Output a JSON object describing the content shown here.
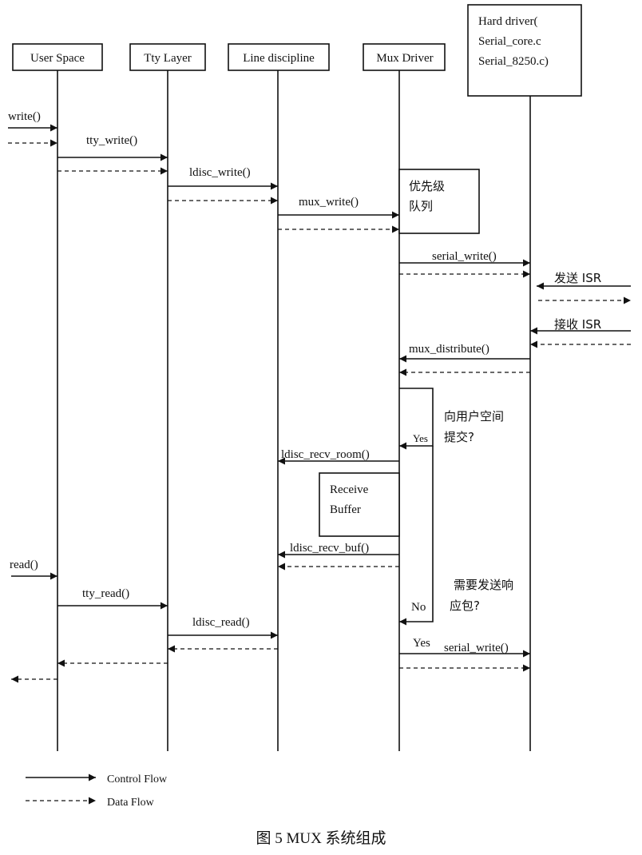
{
  "lifelines": {
    "user_space": "User Space",
    "tty_layer": "Tty Layer",
    "line_discipline": "Line discipline",
    "mux_driver": "Mux Driver",
    "hard_driver": [
      "Hard driver(",
      "Serial_core.c",
      "Serial_8250.c)"
    ]
  },
  "messages": {
    "write": "write()",
    "tty_write": "tty_write()",
    "ldisc_write": "ldisc_write()",
    "mux_write": "mux_write()",
    "serial_write": "serial_write()",
    "send_isr": "发送  ISR",
    "recv_isr": "接收  ISR",
    "mux_distribute": "mux_distribute()",
    "ldisc_recv_room": "ldisc_recv_room()",
    "ldisc_recv_buf": "ldisc_recv_buf()",
    "read": "read()",
    "tty_read": "tty_read()",
    "ldisc_read": "ldisc_read()",
    "serial_write_2": "serial_write()"
  },
  "boxes": {
    "priority_queue": [
      "优先级",
      "队列"
    ],
    "receive_buffer": [
      "Receive",
      "Buffer"
    ]
  },
  "decisions": {
    "submit_to_user": [
      "向用户空间",
      "提交?"
    ],
    "need_ack": [
      "需要发送响",
      "应包?"
    ],
    "yes": "Yes",
    "no": "No",
    "yes2": "Yes"
  },
  "legend": {
    "control_flow": "Control Flow",
    "data_flow": "Data Flow"
  },
  "caption": "图 5  MUX 系统组成"
}
